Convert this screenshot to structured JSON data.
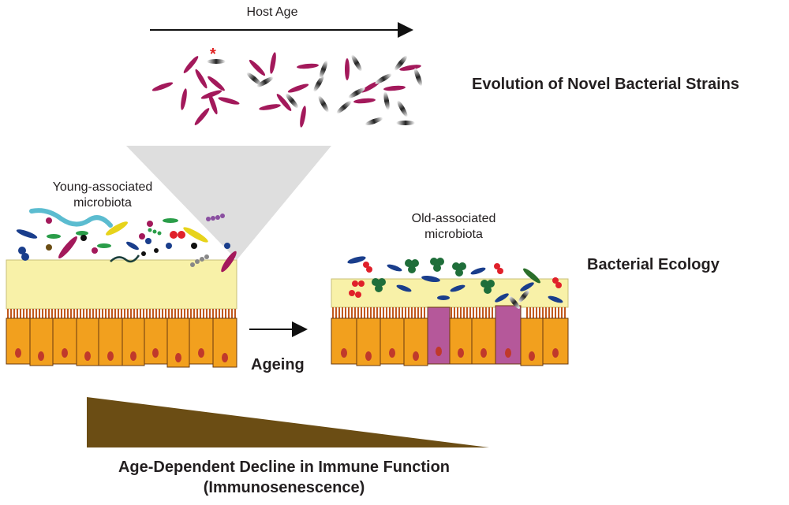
{
  "labels": {
    "host_age": "Host Age",
    "evolution": "Evolution of Novel Bacterial Strains",
    "young_line1": "Young-associated",
    "young_line2": "microbiota",
    "old_line1": "Old-associated",
    "old_line2": "microbiota",
    "ecology": "Bacterial Ecology",
    "ageing": "Ageing",
    "decline_line1": "Age-Dependent Decline in Immune Function",
    "decline_line2": "(Immunosenescence)",
    "mutation_marker": "*"
  },
  "colors": {
    "mucus": "#f8f1a8",
    "epithelium": "#f2a01e",
    "nucleus": "#c0392b",
    "brush": "#c0571d",
    "purple_cell": "#b5589a",
    "strain_magenta": "#a3195b",
    "strain_grey": "#444444",
    "decline_wedge": "#6b4d14",
    "marker_red": "#e02020"
  },
  "icons": [
    "arrow-right-icon",
    "bacterium-icon",
    "epithelial-cell-icon"
  ]
}
